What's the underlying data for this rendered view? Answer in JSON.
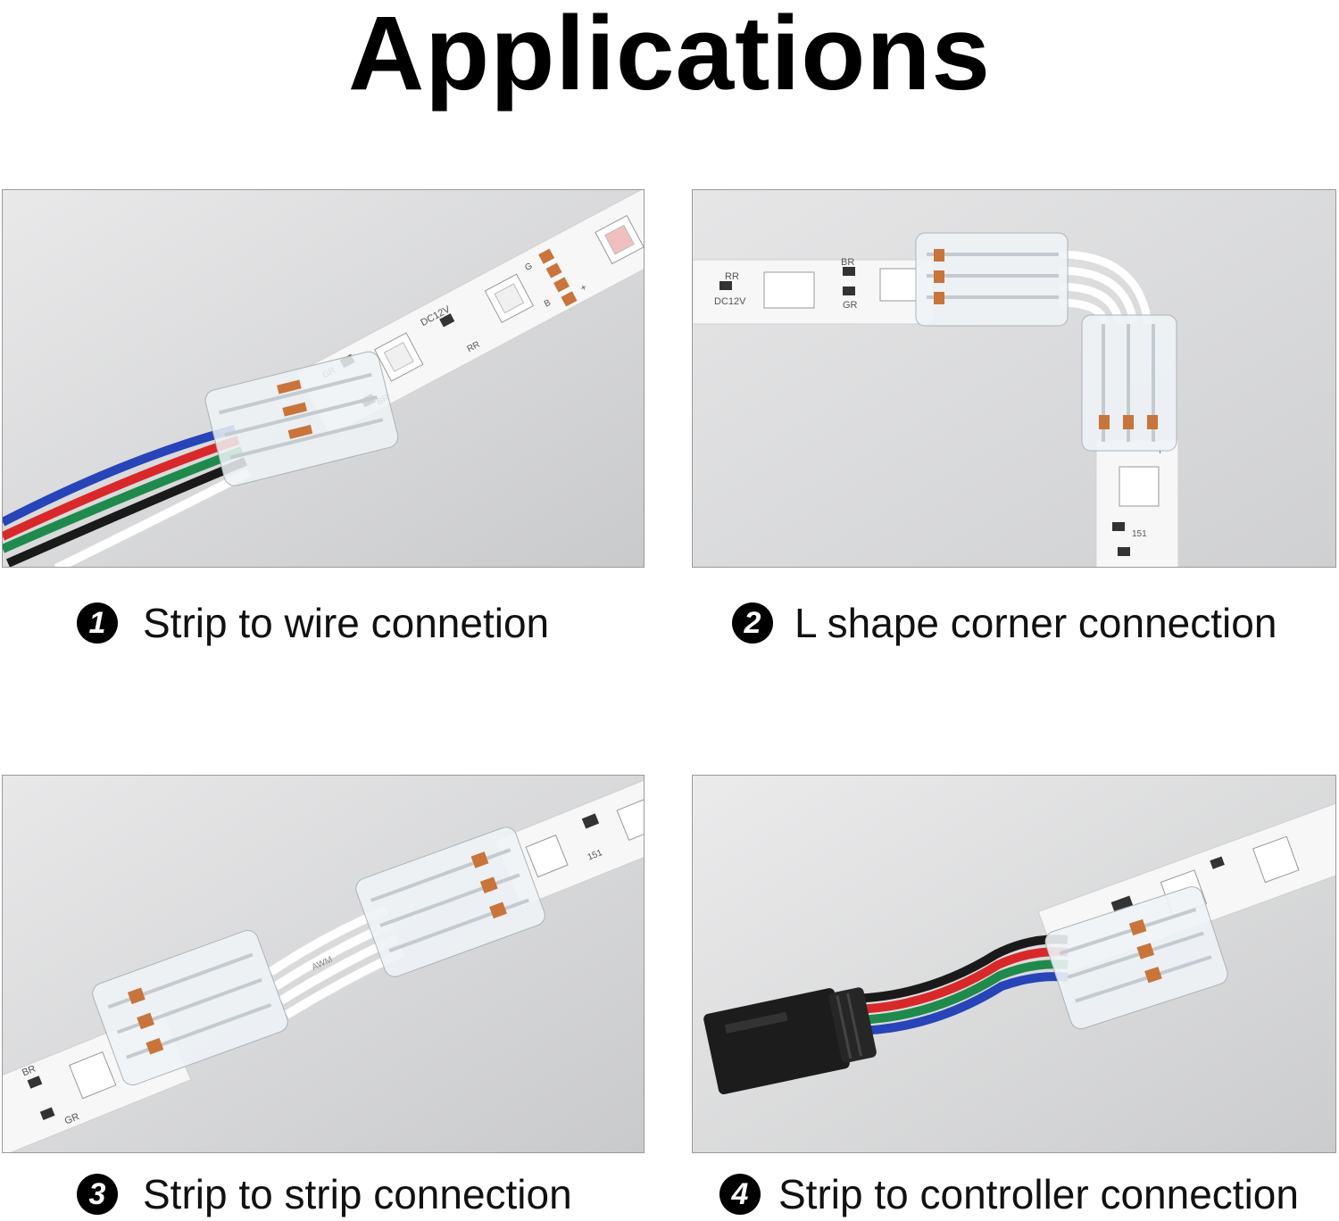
{
  "header": {
    "title": "Applications"
  },
  "applications": [
    {
      "number": "1",
      "caption": "Strip to wire connetion",
      "strip_labels": [
        "DC12V",
        "RR",
        "GR",
        "BR",
        "G",
        "B",
        "+"
      ]
    },
    {
      "number": "2",
      "caption": "L shape corner connection",
      "strip_labels": [
        "RR",
        "DC12V",
        "BR",
        "GR",
        "+",
        "151"
      ]
    },
    {
      "number": "3",
      "caption": "Strip to strip connection",
      "strip_labels": [
        "BR",
        "GR",
        "AWM",
        "151"
      ]
    },
    {
      "number": "4",
      "caption": "Strip to controller connection",
      "strip_labels": []
    }
  ],
  "colors": {
    "background_photo": "#dcdcdd",
    "led_strip": "#f7f7f7",
    "connector": "#eef3f6",
    "wire_red": "#d8282a",
    "wire_green": "#1f8a4c",
    "wire_blue": "#2744b8",
    "wire_black": "#1a1a1a",
    "wire_white": "#ffffff",
    "copper_pad": "#c8743a"
  }
}
